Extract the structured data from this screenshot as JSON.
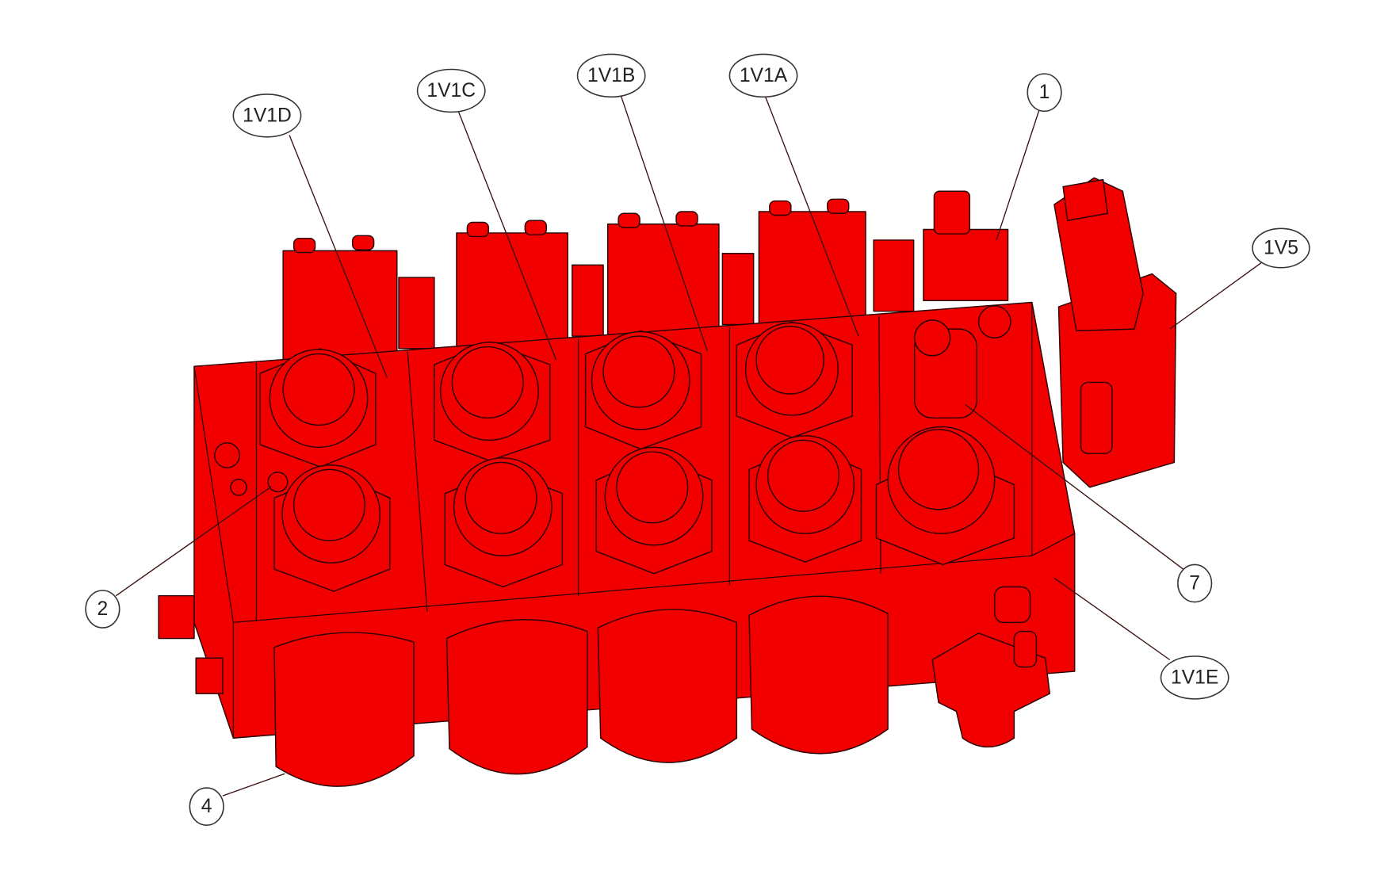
{
  "callouts": [
    {
      "id": "1V1D",
      "text": "1V1D"
    },
    {
      "id": "1V1C",
      "text": "1V1C"
    },
    {
      "id": "1V1B",
      "text": "1V1B"
    },
    {
      "id": "1V1A",
      "text": "1V1A"
    },
    {
      "id": "1",
      "text": "1"
    },
    {
      "id": "1V5",
      "text": "1V5"
    },
    {
      "id": "7",
      "text": "7"
    },
    {
      "id": "1V1E",
      "text": "1V1E"
    },
    {
      "id": "2",
      "text": "2"
    },
    {
      "id": "4",
      "text": "4"
    }
  ],
  "colors": {
    "body": "#f20000",
    "line": "#2a0000"
  }
}
